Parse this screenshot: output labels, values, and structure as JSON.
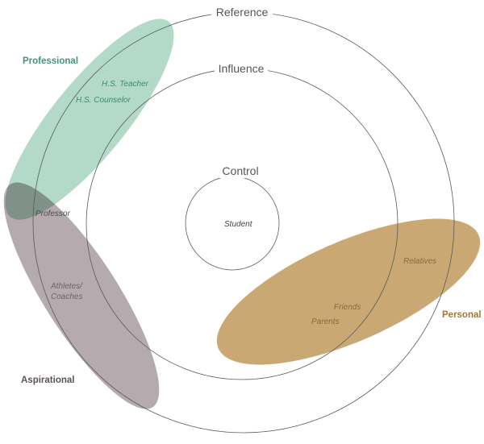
{
  "colors": {
    "professional": "#b3dac8",
    "aspirational": "#b5aaae",
    "personal": "#c9a874",
    "professional_label": "#3d9874",
    "aspirational_label": "#5b5257",
    "personal_label": "#a37834",
    "ring": "#5a5a5a"
  },
  "rings": {
    "reference": "Reference",
    "influence": "Influence",
    "control": "Control"
  },
  "center": "Student",
  "groups": {
    "professional": {
      "label": "Professional",
      "members": [
        "H.S. Teacher",
        "H.S. Counselor",
        "Professor"
      ]
    },
    "aspirational": {
      "label": "Aspirational",
      "members": [
        "Athletes/",
        "Coaches"
      ]
    },
    "personal": {
      "label": "Personal",
      "members": [
        "Relatives",
        "Friends",
        "Parents"
      ]
    }
  }
}
